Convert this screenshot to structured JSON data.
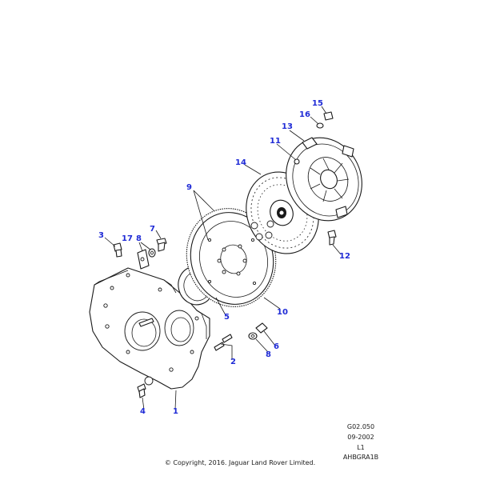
{
  "callouts": {
    "c1": "1",
    "c2": "2",
    "c3": "3",
    "c4": "4",
    "c5": "5",
    "c6": "6",
    "c7": "7",
    "c8a": "8",
    "c8b": "8",
    "c9": "9",
    "c10": "10",
    "c11": "11",
    "c12": "12",
    "c13": "13",
    "c14": "14",
    "c15": "15",
    "c16": "16",
    "c17": "17"
  },
  "meta": {
    "code": "G02.050",
    "date": "09-2002",
    "level": "L1",
    "ref": "AHBGRA1B"
  },
  "copyright": "© Copyright, 2016. Jaguar Land Rover Limited.",
  "colors": {
    "callout": "#1f2bd6",
    "line": "#1a1a1a"
  }
}
